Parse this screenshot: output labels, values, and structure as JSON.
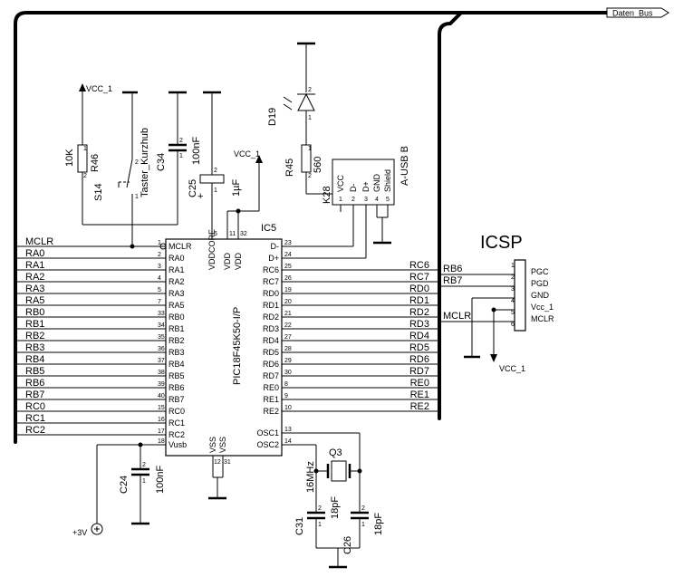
{
  "bus": {
    "label": "Daten_Bus"
  },
  "icsp": {
    "title": "ICSP",
    "pins": [
      {
        "num": "1",
        "name": "PGC"
      },
      {
        "num": "2",
        "name": "PGD"
      },
      {
        "num": "3",
        "name": "GND"
      },
      {
        "num": "4",
        "name": "Vcc_1"
      },
      {
        "num": "5",
        "name": "MCLR"
      },
      {
        "num": "6",
        "name": ""
      }
    ],
    "nets": [
      "RB6",
      "RB7",
      "MCLR"
    ],
    "vcc": "VCC_1"
  },
  "mcu": {
    "ref": "IC5",
    "part": "PIC18F45K50-I/P",
    "left_pins": [
      {
        "num": "1",
        "name": "MCLR",
        "net": "MCLR"
      },
      {
        "num": "2",
        "name": "RA0",
        "net": "RA0"
      },
      {
        "num": "3",
        "name": "RA1",
        "net": "RA1"
      },
      {
        "num": "4",
        "name": "RA2",
        "net": "RA2"
      },
      {
        "num": "5",
        "name": "RA3",
        "net": "RA3"
      },
      {
        "num": "7",
        "name": "RA5",
        "net": "RA5"
      },
      {
        "num": "33",
        "name": "RB0",
        "net": "RB0"
      },
      {
        "num": "34",
        "name": "RB1",
        "net": "RB1"
      },
      {
        "num": "35",
        "name": "RB2",
        "net": "RB2"
      },
      {
        "num": "36",
        "name": "RB3",
        "net": "RB3"
      },
      {
        "num": "37",
        "name": "RB4",
        "net": "RB4"
      },
      {
        "num": "38",
        "name": "RB5",
        "net": "RB5"
      },
      {
        "num": "39",
        "name": "RB6",
        "net": "RB6"
      },
      {
        "num": "40",
        "name": "RB7",
        "net": "RB7"
      },
      {
        "num": "15",
        "name": "RC0",
        "net": "RC0"
      },
      {
        "num": "16",
        "name": "RC1",
        "net": "RC1"
      },
      {
        "num": "17",
        "name": "RC2",
        "net": "RC2"
      },
      {
        "num": "18",
        "name": "Vusb",
        "net": ""
      }
    ],
    "right_pins": [
      {
        "num": "23",
        "name": "D-",
        "net": ""
      },
      {
        "num": "24",
        "name": "D+",
        "net": ""
      },
      {
        "num": "25",
        "name": "RC6",
        "net": "RC6"
      },
      {
        "num": "26",
        "name": "RC7",
        "net": "RC7"
      },
      {
        "num": "19",
        "name": "RD0",
        "net": "RD0"
      },
      {
        "num": "20",
        "name": "RD1",
        "net": "RD1"
      },
      {
        "num": "21",
        "name": "RD2",
        "net": "RD2"
      },
      {
        "num": "22",
        "name": "RD3",
        "net": "RD3"
      },
      {
        "num": "27",
        "name": "RD4",
        "net": "RD4"
      },
      {
        "num": "28",
        "name": "RD5",
        "net": "RD5"
      },
      {
        "num": "29",
        "name": "RD6",
        "net": "RD6"
      },
      {
        "num": "30",
        "name": "RD7",
        "net": "RD7"
      },
      {
        "num": "8",
        "name": "RE0",
        "net": "RE0"
      },
      {
        "num": "9",
        "name": "RE1",
        "net": "RE1"
      },
      {
        "num": "10",
        "name": "RE2",
        "net": "RE2"
      },
      {
        "num": "13",
        "name": "OSC1",
        "net": ""
      },
      {
        "num": "14",
        "name": "OSC2",
        "net": ""
      }
    ],
    "top_pins": [
      {
        "num": "6",
        "name": "VDDCORE"
      },
      {
        "num": "11",
        "name": "VDD"
      },
      {
        "num": "32",
        "name": "VDD"
      }
    ],
    "bottom_pins": [
      {
        "num": "12",
        "name": "VSS"
      },
      {
        "num": "31",
        "name": "VSS"
      }
    ]
  },
  "parts": {
    "r46": {
      "ref": "R46",
      "value": "10K",
      "p1": "1",
      "p2": "2"
    },
    "s14": {
      "ref": "S14",
      "value": "Taster_Kurzhub",
      "p1": "1",
      "p2": "2"
    },
    "c34": {
      "ref": "C34",
      "value": "100nF",
      "p1": "1",
      "p2": "2"
    },
    "c25": {
      "ref": "C25",
      "value": "1µF",
      "p1": "1",
      "p2": "2",
      "plus": "+"
    },
    "d19": {
      "ref": "D19",
      "p1": "2",
      "p2": "1"
    },
    "r45": {
      "ref": "R45",
      "value": "560",
      "p1": "1",
      "p2": "2"
    },
    "k28": {
      "ref": "K28",
      "value": "A-USB B",
      "pins": [
        "VCC",
        "D-",
        "D+",
        "GND",
        "Shield"
      ],
      "nums": [
        "1",
        "2",
        "3",
        "4",
        "5"
      ]
    },
    "c24": {
      "ref": "C24",
      "value": "100nF",
      "p1": "1",
      "p2": "2"
    },
    "q3": {
      "ref": "Q3",
      "value": "16MHz"
    },
    "c31": {
      "ref": "C31",
      "value": "18pF",
      "p1": "1",
      "p2": "2"
    },
    "c26": {
      "ref": "C26",
      "value": "18pF",
      "p1": "1",
      "p2": "2"
    }
  },
  "power": {
    "vcc_a": "VCC_1",
    "vcc_b": "VCC_1",
    "p3v": "+3V"
  }
}
